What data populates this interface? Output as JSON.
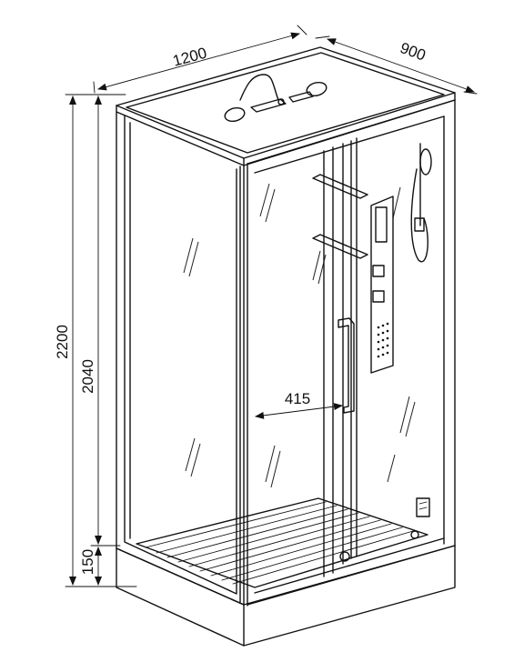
{
  "dimensions": {
    "width": "1200",
    "depth": "900",
    "total_height": "2200",
    "cabin_height": "2040",
    "base_height": "150",
    "door_opening": "415"
  },
  "colors": {
    "line": "#111111",
    "background": "#ffffff"
  }
}
